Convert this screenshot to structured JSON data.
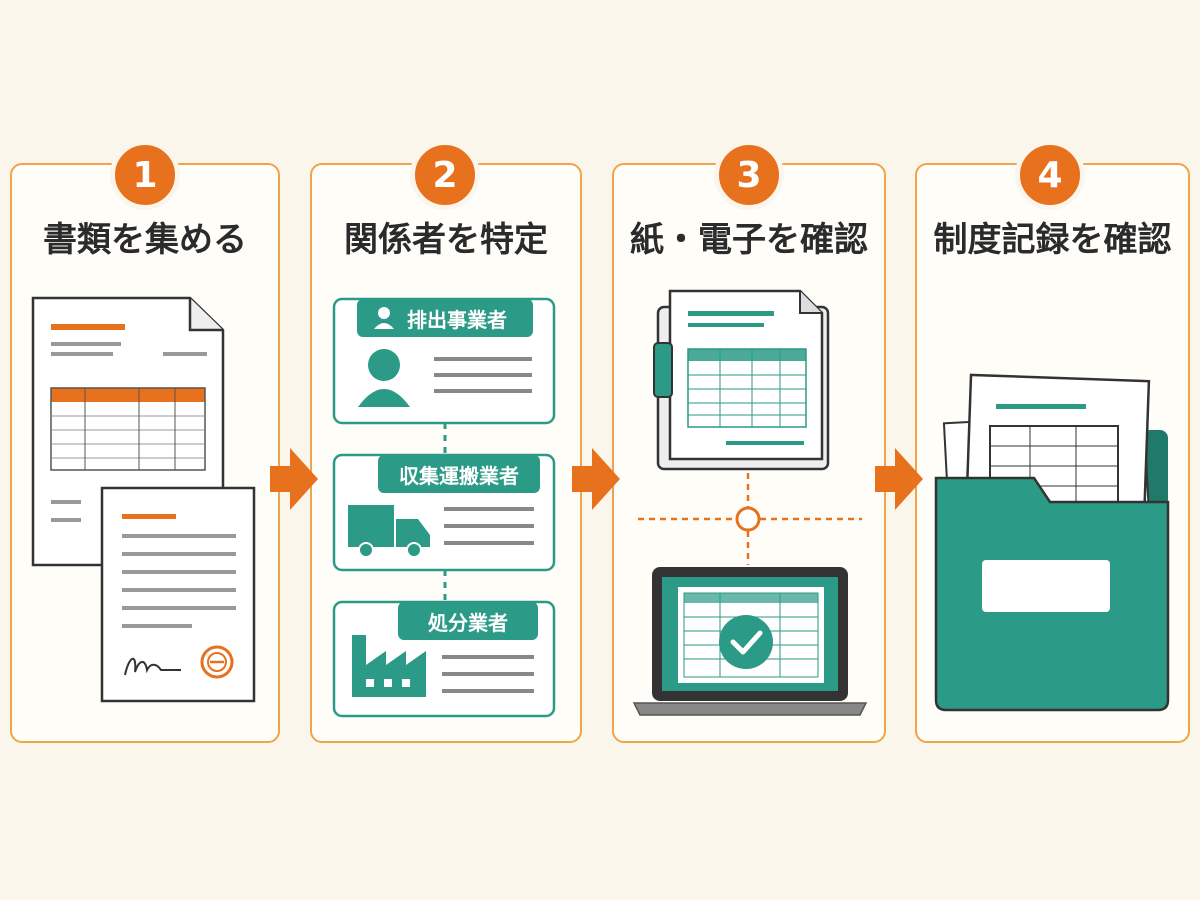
{
  "colors": {
    "accent": "#e8711e",
    "teal": "#2b9a86",
    "dark": "#2b2b2b",
    "card_border": "#f0a44a",
    "background": "#fbf6ec"
  },
  "steps": [
    {
      "number": "1",
      "title": "書類を集める",
      "icon": "documents-icon"
    },
    {
      "number": "2",
      "title": "関係者を特定",
      "icon": "stakeholder-cards-icon"
    },
    {
      "number": "3",
      "title": "紙・電子を確認",
      "icon": "paper-and-laptop-icon"
    },
    {
      "number": "4",
      "title": "制度記録を確認",
      "icon": "folder-icon"
    }
  ],
  "parties": [
    {
      "label": "排出事業者",
      "icon": "person-icon"
    },
    {
      "label": "収集運搬業者",
      "icon": "truck-icon"
    },
    {
      "label": "処分業者",
      "icon": "factory-icon"
    }
  ]
}
